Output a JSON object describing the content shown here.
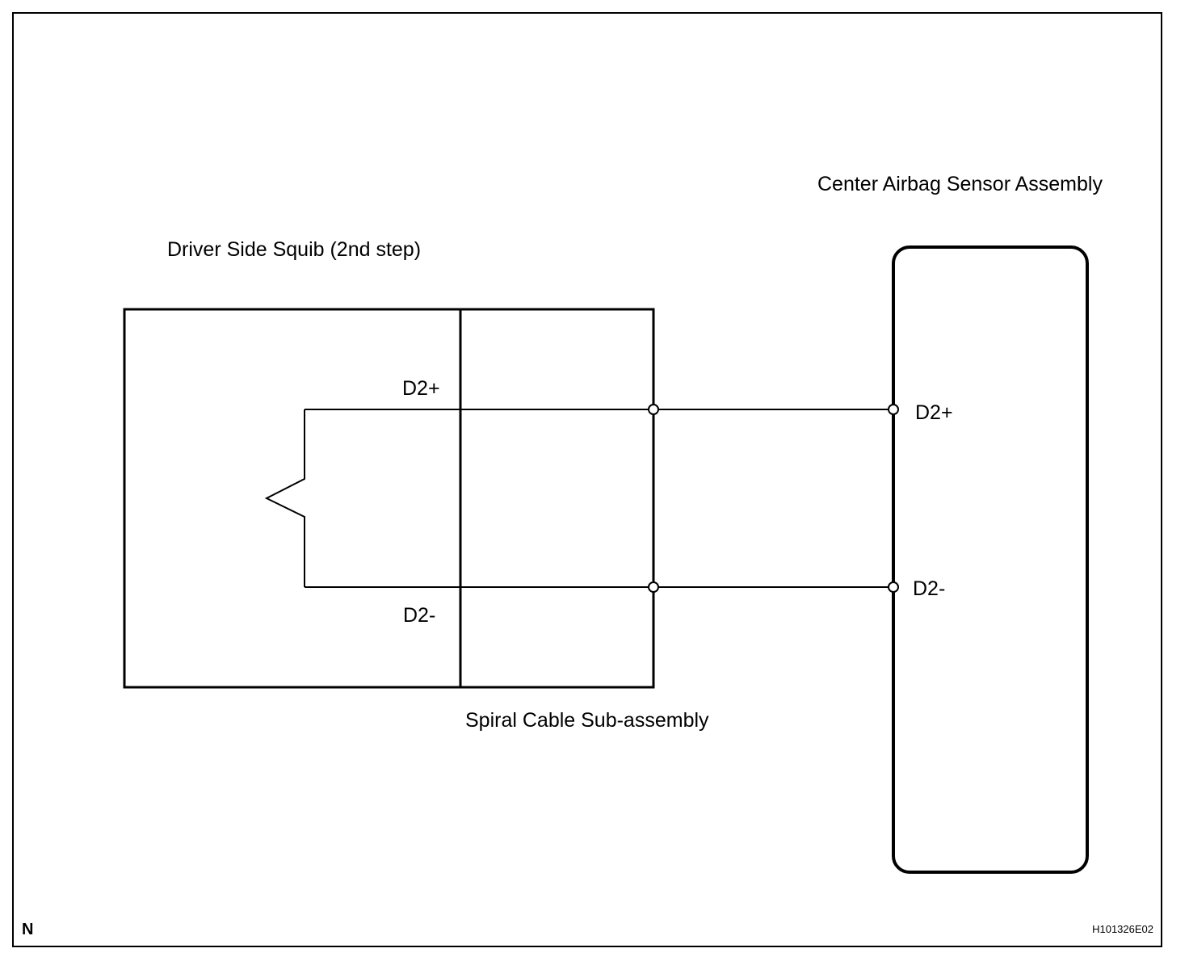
{
  "diagram": {
    "components": {
      "squib": "Driver Side Squib (2nd step)",
      "spiral_cable": "Spiral Cable Sub-assembly",
      "airbag_sensor": "Center Airbag Sensor Assembly"
    },
    "terminals": {
      "squib_positive": "D2+",
      "squib_negative": "D2-",
      "sensor_positive": "D2+",
      "sensor_negative": "D2-"
    },
    "footer": {
      "corner_mark": "N",
      "figure_code": "H101326E02"
    }
  }
}
